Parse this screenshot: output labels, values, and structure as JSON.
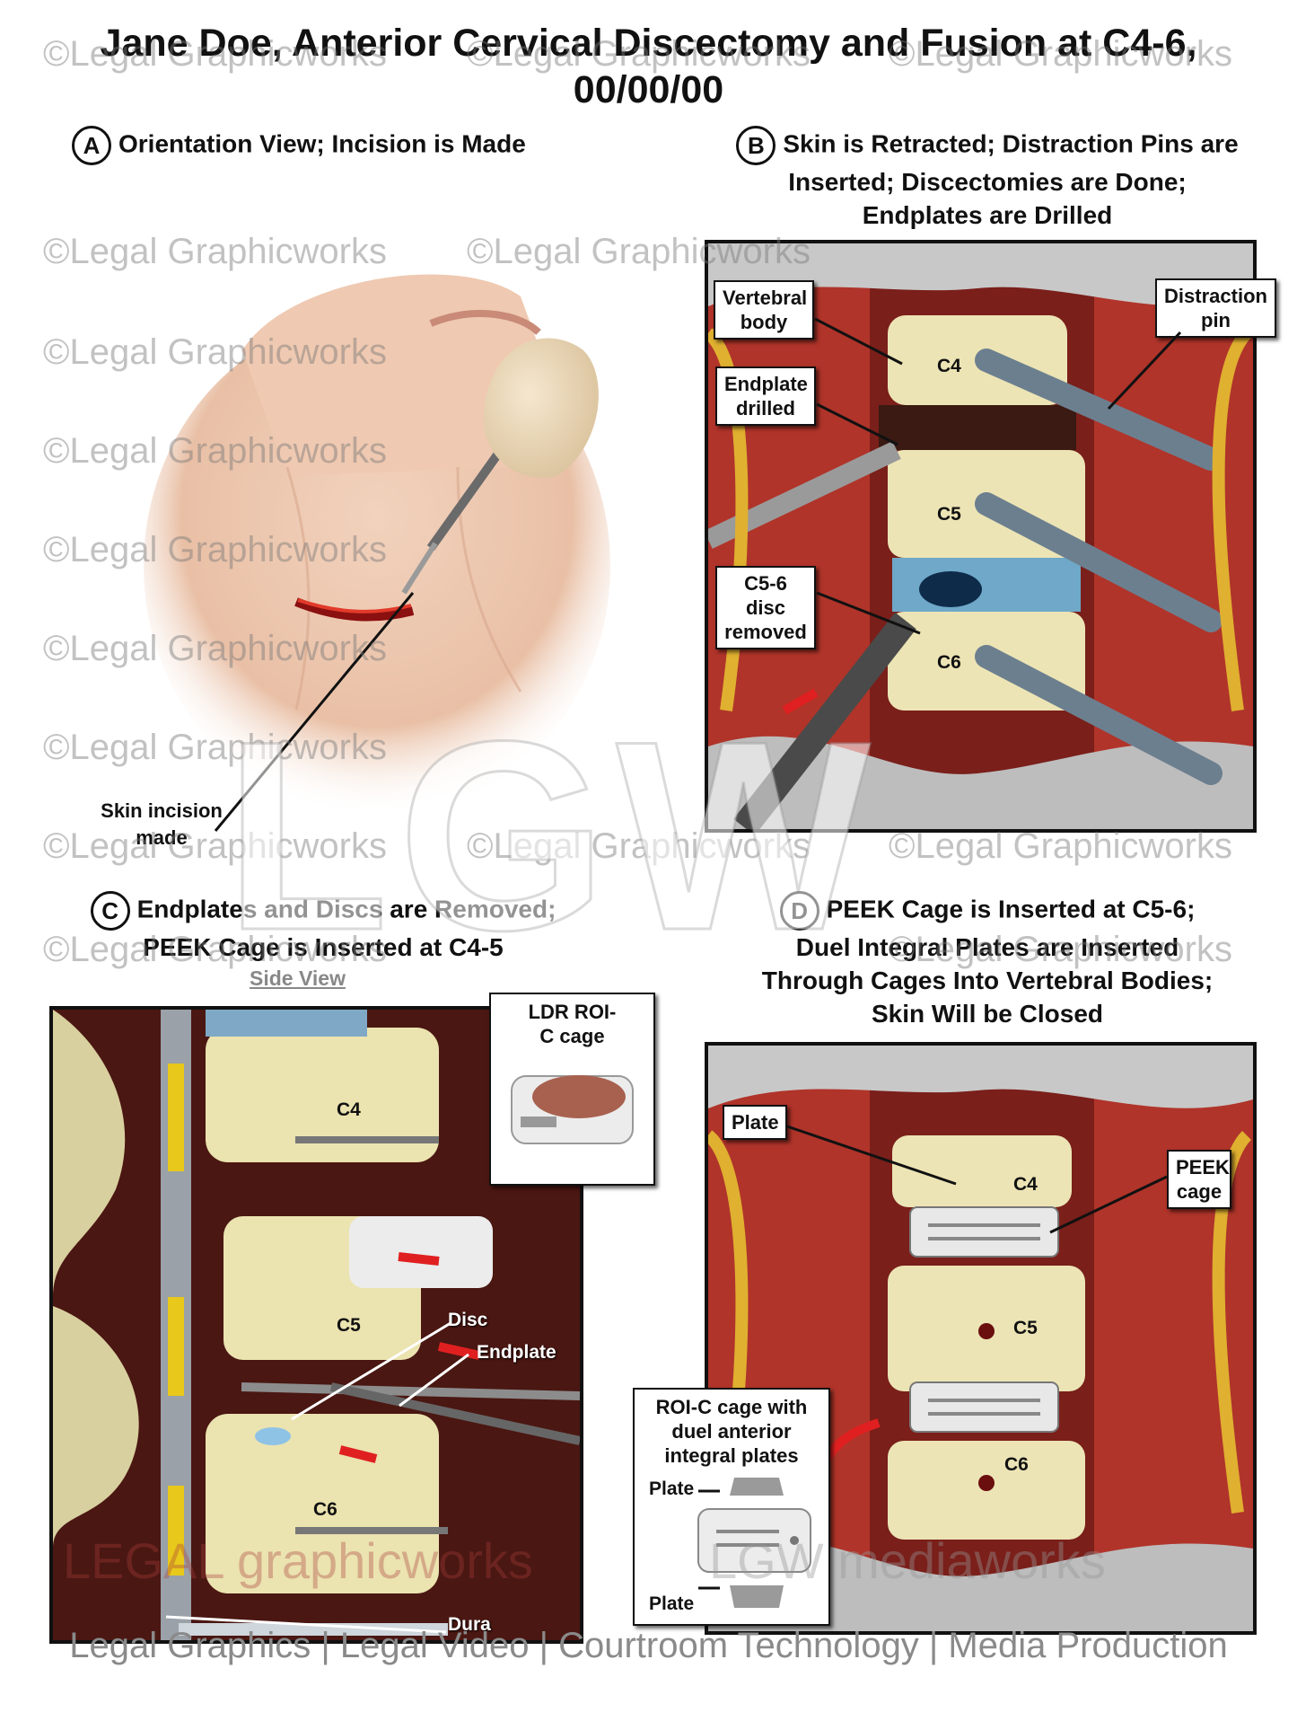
{
  "title": {
    "line1": "Jane Doe, Anterior Cervical Discectomy and Fusion at C4-6,",
    "line2": "00/00/00"
  },
  "panels": {
    "a": {
      "badge": "A",
      "title": "Orientation View; Incision is Made",
      "callout": "Skin incision made"
    },
    "b": {
      "badge": "B",
      "title_lines": [
        "Skin is Retracted; Distraction Pins are",
        "Inserted; Discectomies are Done;",
        "Endplates are Drilled"
      ],
      "labels": {
        "vertebral_body": "Vertebral body",
        "distraction_pin": "Distraction pin",
        "endplate_drilled": "Endplate drilled",
        "disc_removed": "C5-6 disc removed"
      },
      "vertebrae": [
        "C4",
        "C5",
        "C6"
      ]
    },
    "c": {
      "badge": "C",
      "title_lines": [
        "Endplates and Discs are Removed;",
        "PEEK Cage is Inserted at C4-5"
      ],
      "side_view": "Side View",
      "inset_label": "LDR ROI-C cage",
      "labels": {
        "disc": "Disc",
        "endplate": "Endplate",
        "dura": "Dura"
      },
      "vertebrae": [
        "C4",
        "C5",
        "C6"
      ]
    },
    "d": {
      "badge": "D",
      "title_lines": [
        "PEEK Cage is Inserted at C5-6;",
        "Duel Integral Plates are Inserted",
        "Through Cages Into Vertebral Bodies;",
        "Skin Will be Closed"
      ],
      "labels": {
        "plate": "Plate",
        "peek_cage": "PEEK cage"
      },
      "inset": {
        "title": "ROI-C cage with duel anterior integral plates",
        "plate_top": "Plate",
        "plate_bottom": "Plate"
      },
      "vertebrae": [
        "C4",
        "C5",
        "C6"
      ]
    }
  },
  "watermark": "©Legal Graphicworks",
  "logo_text": {
    "big": "LGW",
    "brand_left": "LEGAL graphicworks",
    "brand_right": "LGW mediaworks"
  },
  "footer": "Legal Graphics | Legal Video | Courtroom Technology | Media Production"
}
